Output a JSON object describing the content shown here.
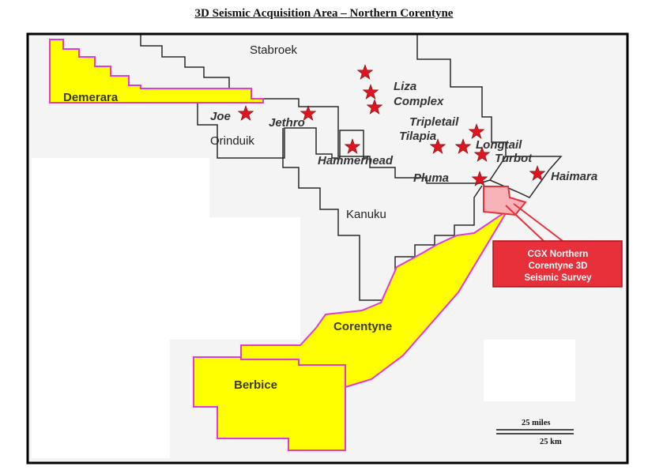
{
  "title": "3D Seismic Acquisition Area – Northern Corentyne",
  "colors": {
    "land": "#efefef",
    "block_fill": "#ffff00",
    "block_edge": "#e23ad3",
    "star": "#e0141e",
    "callout_fill": "#e8303a",
    "survey_fill": "#f7b3b7"
  },
  "areas": {
    "stabroek": "Stabroek",
    "orinduik": "Orinduik",
    "kanuku": "Kanuku",
    "demerara": "Demerara",
    "corentyne": "Corentyne",
    "berbice": "Berbice"
  },
  "wells": {
    "liza_line1": "Liza",
    "liza_line2": "Complex",
    "joe": "Joe",
    "jethro": "Jethro",
    "tripletail": "Tripletail",
    "tilapia": "Tilapia",
    "longtail": "Longtail",
    "turbot": "Turbot",
    "hammerhead": "Hammerhead",
    "pluma": "Pluma",
    "haimara": "Haimara"
  },
  "callout": {
    "line1": "CGX Northern",
    "line2": "Corentyne 3D",
    "line3": "Seismic Survey"
  },
  "scale": {
    "miles": "25 miles",
    "km": "25 km"
  }
}
